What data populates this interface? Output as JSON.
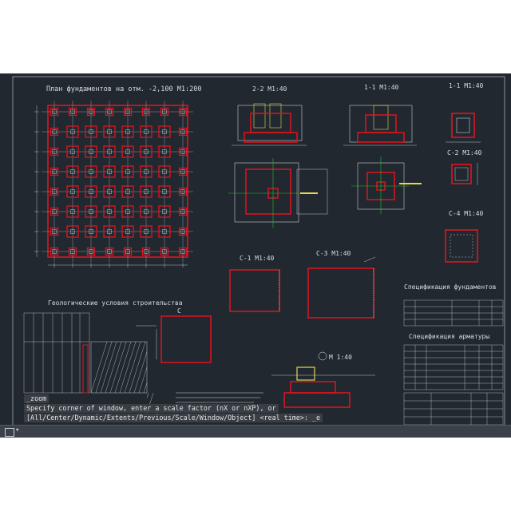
{
  "drawing": {
    "plan_title": "План фундаментов на отм. -2,100 М1:200",
    "section_22": "2-2 М1:40",
    "section_11": "1-1 М1:40",
    "section_11b": "1-1 М1:40",
    "section_c2": "С-2 М1:40",
    "section_c4": "С-4 М1:40",
    "section_c1": "С-1 М1:40",
    "section_c3": "С-3 М1:40",
    "section_m": "М 1:40",
    "geology_title": "Геологические условия строительства",
    "spec_foundations": "Спецификация фундаментов",
    "spec_rebar": "Спецификация арматуры",
    "mark_c": "С"
  },
  "command": {
    "history": [
      "_zoom",
      "Specify corner of window, enter a scale factor (nX or nXP), or",
      "[All/Center/Dynamic/Extents/Previous/Scale/Window/Object] <real time>: _e"
    ]
  },
  "colors": {
    "background": "#212830",
    "foundation": "#e0141e",
    "line": "#e8ecf0",
    "green": "#22c022",
    "yellow": "#e3d94a",
    "prompt_bar": "#3b4148"
  }
}
